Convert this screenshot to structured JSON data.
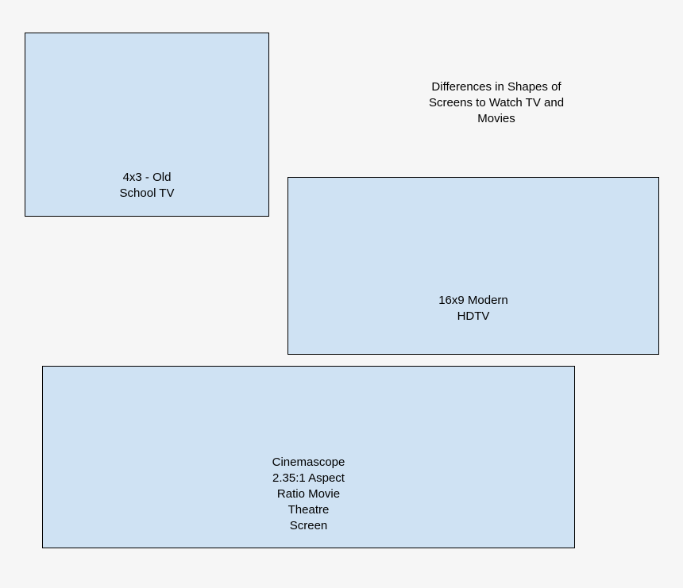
{
  "title": {
    "lines": [
      "Differences in Shapes of",
      "Screens to Watch TV and",
      "Movies"
    ]
  },
  "screens": [
    {
      "aspect": "4x3",
      "label_lines": [
        "4x3 - Old",
        "School TV"
      ]
    },
    {
      "aspect": "16x9",
      "label_lines": [
        "16x9 Modern",
        "HDTV"
      ]
    },
    {
      "aspect": "2.35:1",
      "label_lines": [
        "Cinemascope",
        "2.35:1 Aspect",
        "Ratio Movie",
        "Theatre",
        "Screen"
      ]
    }
  ],
  "colors": {
    "background": "#f6f6f6",
    "screen_fill": "#cfe2f3",
    "border": "#000000"
  }
}
